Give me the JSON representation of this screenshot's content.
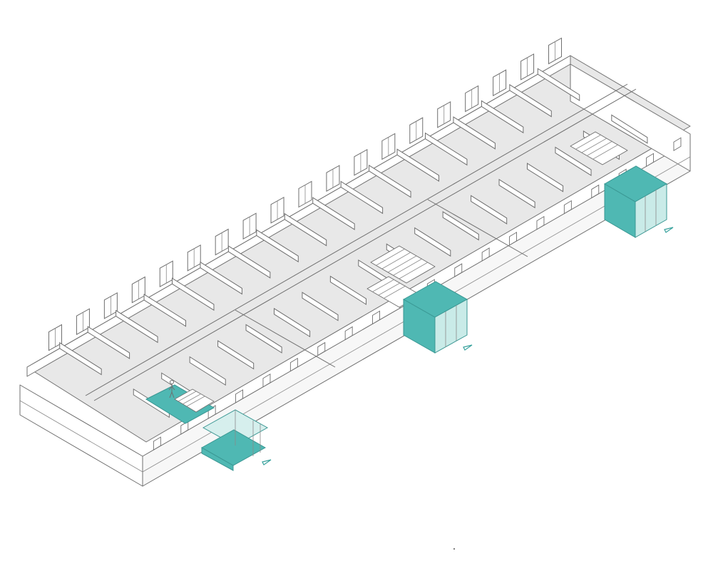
{
  "colors": {
    "background": "#ffffff",
    "floor": "#e6e6e6",
    "wall": "#ffffff",
    "wall_shade": "#f4f4f4",
    "line": "#6f6f6f",
    "accent_teal": "#4fb8b3",
    "accent_teal_dark": "#3aa39e",
    "glass": "#bfe6e3"
  },
  "drawing": {
    "type": "isometric-floor-plan",
    "elements": [
      "building-shell",
      "rooms",
      "corridors",
      "stairs",
      "glass-pavilions",
      "entrance-ramp",
      "north-arrows",
      "figure"
    ]
  }
}
